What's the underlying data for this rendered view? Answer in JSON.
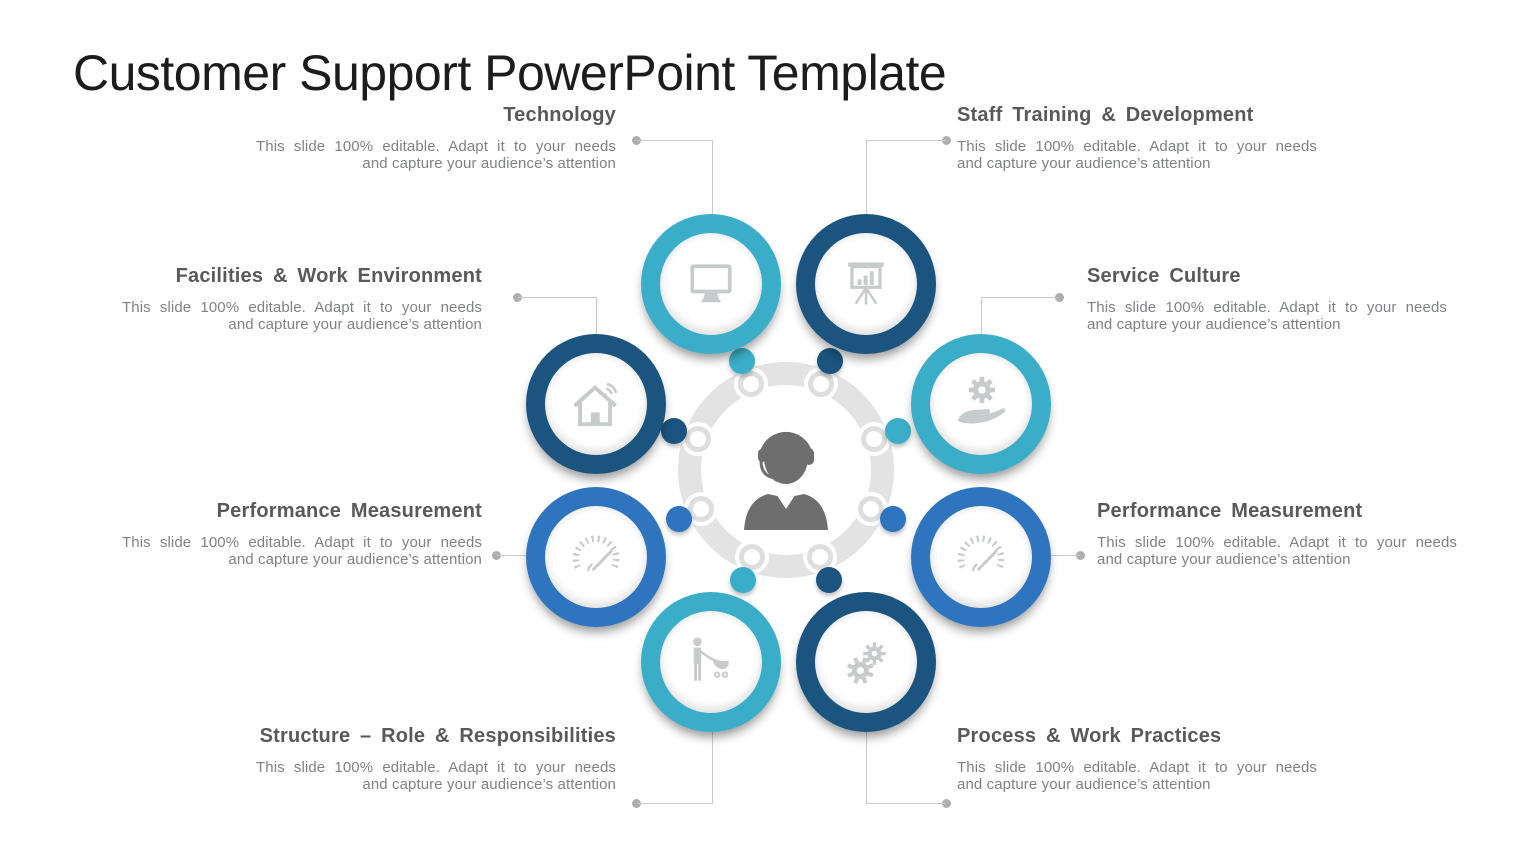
{
  "slide_title": "Customer Support PowerPoint Template",
  "description": {
    "line1": "This slide 100% editable. Adapt it to your needs",
    "line2": "and capture your audience’s attention"
  },
  "sections": [
    {
      "id": "technology",
      "title": "Technology",
      "icon": "monitor-icon",
      "color": "#3aaec8"
    },
    {
      "id": "staff-training-development",
      "title": "Staff Training & Development",
      "icon": "presentation-chart-icon",
      "color": "#1a547f"
    },
    {
      "id": "facilities-work-environment",
      "title": "Facilities & Work Environment",
      "icon": "smart-home-icon",
      "color": "#1a547f"
    },
    {
      "id": "service-culture",
      "title": "Service Culture",
      "icon": "gear-hand-icon",
      "color": "#3aaec8"
    },
    {
      "id": "performance-measurement-left",
      "title": "Performance Measurement",
      "icon": "speedometer-icon",
      "color": "#2f74bf"
    },
    {
      "id": "performance-measurement-right",
      "title": "Performance Measurement",
      "icon": "speedometer-icon",
      "color": "#2f74bf"
    },
    {
      "id": "structure-role-responsibilities",
      "title": "Structure – Role & Responsibilities",
      "icon": "person-stroller-icon",
      "color": "#3aaec8"
    },
    {
      "id": "process-work-practices",
      "title": "Process & Work Practices",
      "icon": "gears-icon",
      "color": "#1a547f"
    }
  ],
  "center": {
    "icon": "support-agent-icon",
    "ring_color": "#e3e3e3",
    "icon_color": "#6e6e6e"
  },
  "colors": {
    "teal": "#3aaec8",
    "navy": "#1a547f",
    "blue": "#2f74bf",
    "icon_gray": "#c8cbcb",
    "main_title_text": "#1c1c1c",
    "section_title_text": "#595959",
    "description_text": "#7f8184",
    "connector_line": "#c9c9c9",
    "connector_dot": "#aeaeae"
  }
}
